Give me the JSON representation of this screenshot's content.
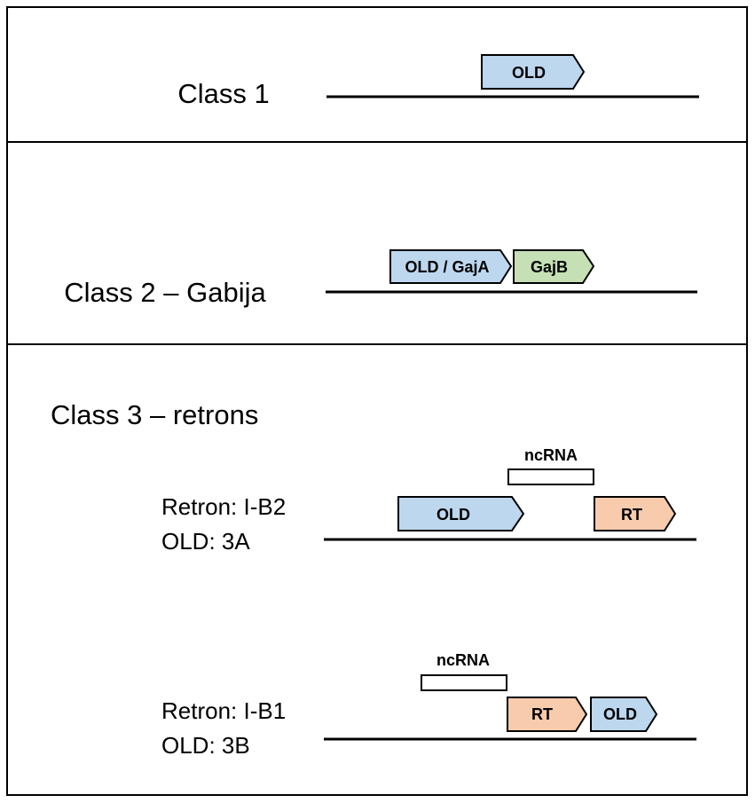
{
  "colors": {
    "old": "#bdd7ee",
    "gajb": "#c5e0b4",
    "rt": "#f8cbad",
    "outline": "#000000",
    "background": "#ffffff"
  },
  "panels": {
    "class1": {
      "title": "Class 1",
      "genes": [
        {
          "label": "OLD",
          "color_key": "old"
        }
      ]
    },
    "class2": {
      "title": "Class 2 – Gabija",
      "genes": [
        {
          "label": "OLD / GajA",
          "color_key": "old"
        },
        {
          "label": "GajB",
          "color_key": "gajb"
        }
      ]
    },
    "class3": {
      "title": "Class 3 – retrons",
      "examples": [
        {
          "retron_label": "Retron: I-B2",
          "old_label": "OLD: 3A",
          "ncrna_label": "ncRNA",
          "genes": [
            {
              "label": "OLD",
              "color_key": "old"
            },
            {
              "label": "RT",
              "color_key": "rt"
            }
          ]
        },
        {
          "retron_label": "Retron: I-B1",
          "old_label": "OLD: 3B",
          "ncrna_label": "ncRNA",
          "genes": [
            {
              "label": "RT",
              "color_key": "rt"
            },
            {
              "label": "OLD",
              "color_key": "old"
            }
          ]
        }
      ]
    }
  }
}
